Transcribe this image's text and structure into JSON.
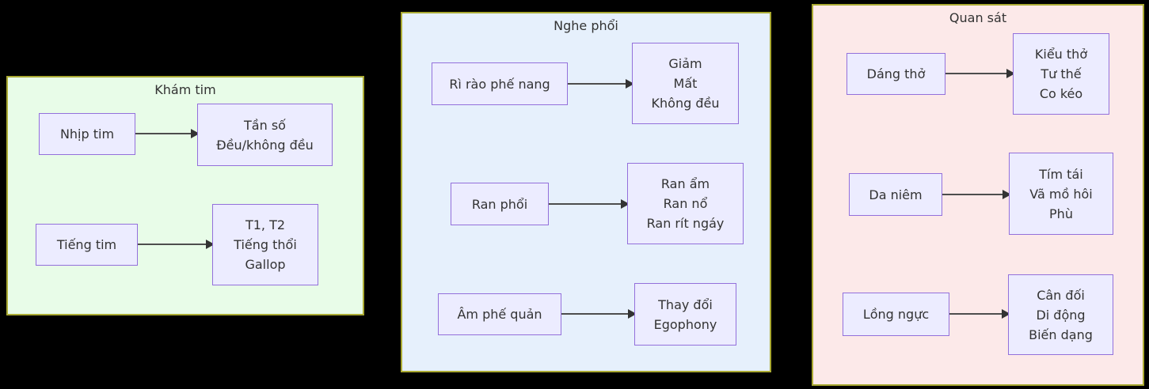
{
  "diagram": {
    "type": "flowchart-with-subgraphs",
    "panels": [
      {
        "title": "Khám tim",
        "bg_color": "#e8fce8",
        "rows": [
          {
            "source": "Nhịp tim",
            "targets": [
              "Tần số",
              "Đều/không đều"
            ]
          },
          {
            "source": "Tiếng tim",
            "targets": [
              "T1, T2",
              "Tiếng thổi",
              "Gallop"
            ]
          }
        ]
      },
      {
        "title": "Nghe phổi",
        "bg_color": "#e6f0fc",
        "rows": [
          {
            "source": "Rì rào phế nang",
            "targets": [
              "Giảm",
              "Mất",
              "Không đều"
            ]
          },
          {
            "source": "Ran phổi",
            "targets": [
              "Ran ẩm",
              "Ran nổ",
              "Ran rít ngáy"
            ]
          },
          {
            "source": "Âm phế quản",
            "targets": [
              "Thay đổi",
              "Egophony"
            ]
          }
        ]
      },
      {
        "title": "Quan sát",
        "bg_color": "#fce9e9",
        "rows": [
          {
            "source": "Dáng thở",
            "targets": [
              "Kiểu thở",
              "Tư thế",
              "Co kéo"
            ]
          },
          {
            "source": "Da niêm",
            "targets": [
              "Tím tái",
              "Vã mồ hôi",
              "Phù"
            ]
          },
          {
            "source": "Lồng ngực",
            "targets": [
              "Cân đối",
              "Di động",
              "Biến dạng"
            ]
          }
        ]
      }
    ],
    "colors": {
      "canvas_bg": "#000000",
      "panel_border": "#aaaa33",
      "node_fill": "#ececff",
      "node_border": "#9370db",
      "text": "#333333",
      "arrow_line": "#4d4d4d",
      "arrow_head": "#333333"
    }
  }
}
